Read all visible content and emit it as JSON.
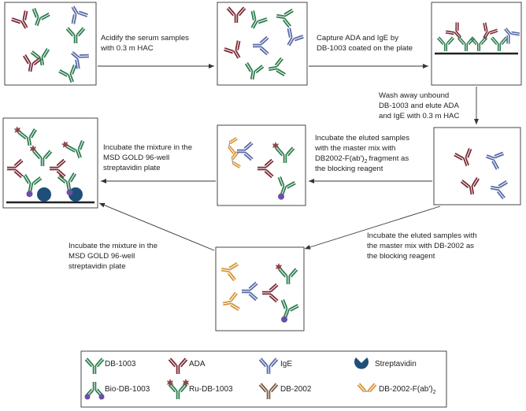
{
  "steps": [
    {
      "lines": [
        "Acidify the serum samples",
        "with 0.3 m HAC"
      ]
    },
    {
      "lines": [
        "Capture ADA and IgE by",
        "DB-1003 coated on the plate"
      ]
    },
    {
      "lines": [
        "Wash away unbound",
        "DB-1003 and elute ADA",
        "and IgE with 0.3 m HAC"
      ]
    },
    {
      "lines": [
        "Incubate the eluted samples",
        "with the master mix with",
        "DB2002-F(ab')",
        "fragment as",
        "the blocking reagent"
      ],
      "subscript": "2"
    },
    {
      "lines": [
        "Incubate the mixture in the",
        "MSD GOLD 96-well",
        "streptavidin plate"
      ]
    },
    {
      "lines": [
        "Incubate the eluted samples with",
        "the master mix with DB-2002 as",
        "the blocking reagent"
      ]
    },
    {
      "lines": [
        "Incubate the mixture in the",
        "MSD GOLD 96-well",
        "streptavidin plate"
      ]
    }
  ],
  "legend": [
    {
      "label": "DB-1003",
      "icon": "db1003-antibody-icon",
      "color": "#2e7d4f"
    },
    {
      "label": "ADA",
      "icon": "ada-antibody-icon",
      "color": "#7a2a35"
    },
    {
      "label": "IgE",
      "icon": "ige-antibody-icon",
      "color": "#5a6aa8"
    },
    {
      "label": "Streptavidin",
      "icon": "streptavidin-icon",
      "color": "#1f4e79"
    },
    {
      "label": "Bio-DB-1003",
      "icon": "bio-db1003-icon",
      "color": "#6a4fa8"
    },
    {
      "label": "Ru-DB-1003",
      "icon": "ru-db1003-icon",
      "color": "#8a4a4a"
    },
    {
      "label": "DB-2002",
      "icon": "db2002-antibody-icon",
      "color": "#7a5a40"
    },
    {
      "label": "DB-2002-F(ab')",
      "subscript": "2",
      "icon": "db2002-fab-icon",
      "color": "#d4963a"
    }
  ],
  "colors": {
    "green": "#2e7d4f",
    "maroon": "#7a2a35",
    "blue": "#5a6aa8",
    "navy": "#1f4e79",
    "purple": "#6a4fa8",
    "ru": "#8a4a4a",
    "brown": "#7a5a40",
    "orange": "#d4963a"
  }
}
